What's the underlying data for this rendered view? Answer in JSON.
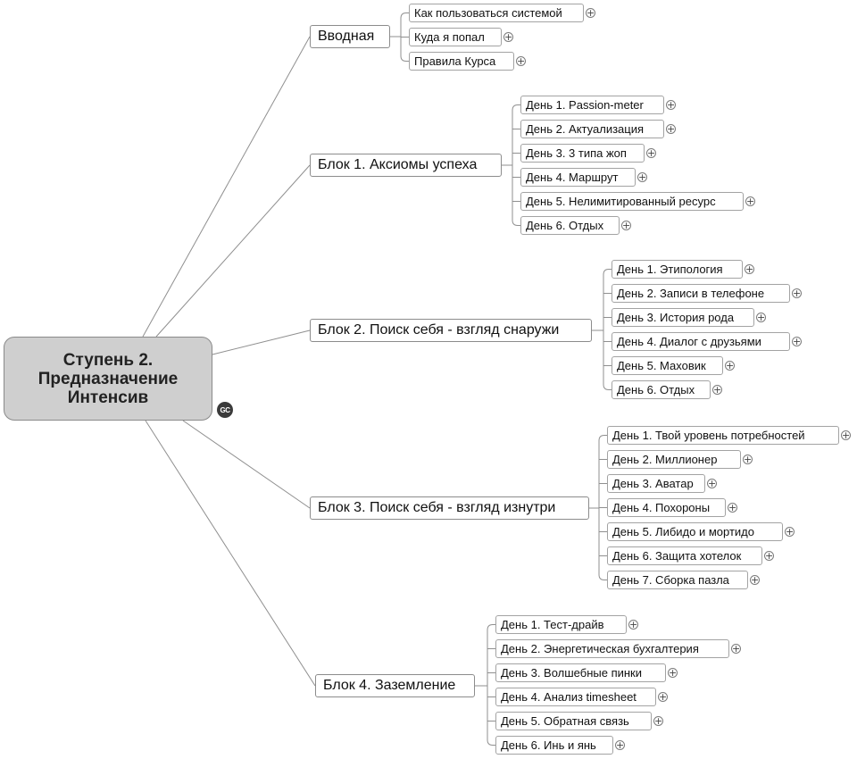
{
  "root": {
    "title": "Ступень 2.\nПредназначение\nИнтенсив",
    "badge_icon": "gc-logo-icon",
    "badge_text": "GC"
  },
  "expand_icon": "plus-circle-icon",
  "expand_glyph": "+",
  "branches": [
    {
      "label": "Вводная",
      "children": [
        "Как пользоваться системой",
        "Куда я попал",
        "Правила Курса"
      ]
    },
    {
      "label": "Блок 1. Аксиомы успеха",
      "children": [
        "День 1. Passion-meter",
        "День 2. Актуализация",
        "День 3. 3 типа жоп",
        "День 4. Маршрут",
        "День 5. Нелимитированный ресурс",
        "День 6. Отдых"
      ]
    },
    {
      "label": "Блок 2. Поиск себя - взгляд снаружи",
      "children": [
        "День 1. Этипология",
        "День 2. Записи в телефоне",
        "День 3. История рода",
        "День 4. Диалог с друзьями",
        "День 5. Маховик",
        "День 6. Отдых"
      ]
    },
    {
      "label": "Блок 3. Поиск себя - взгляд изнутри",
      "children": [
        "День 1. Твой уровень потребностей",
        "День 2. Миллионер",
        "День 3. Аватар",
        "День 4. Похороны",
        "День 5. Либидо и мортидо",
        "День 6. Защита хотелок",
        "День 7. Сборка пазла"
      ]
    },
    {
      "label": "Блок 4. Заземление",
      "children": [
        "День 1. Тест-драйв",
        "День 2. Энергетическая бухгалтерия",
        "День 3. Волшебные пинки",
        "День 4. Анализ timesheet",
        "День 5. Обратная связь",
        "День 6. Инь и янь"
      ]
    }
  ]
}
